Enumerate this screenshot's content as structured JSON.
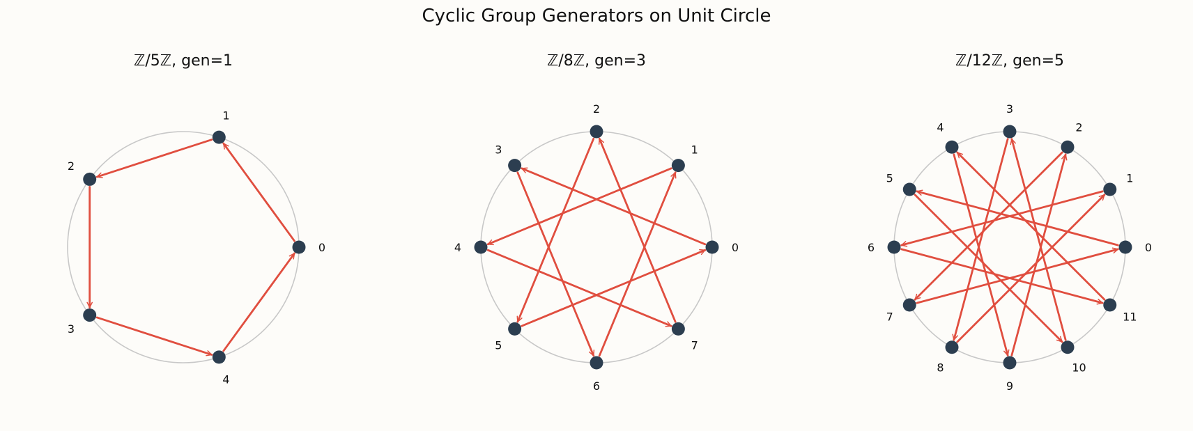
{
  "figure": {
    "title": "Cyclic Group Generators on Unit Circle"
  },
  "colors": {
    "background": "#fdfcf9",
    "circle": "#c8c8c8",
    "edge": "#e04e3f",
    "node": "#2c3e50",
    "text": "#111111"
  },
  "panels": [
    {
      "title": "ℤ/5ℤ, gen=1",
      "n": 5,
      "generator": 1,
      "labels": [
        "0",
        "1",
        "2",
        "3",
        "4"
      ]
    },
    {
      "title": "ℤ/8ℤ, gen=3",
      "n": 8,
      "generator": 3,
      "labels": [
        "0",
        "1",
        "2",
        "3",
        "4",
        "5",
        "6",
        "7"
      ]
    },
    {
      "title": "ℤ/12ℤ, gen=5",
      "n": 12,
      "generator": 5,
      "labels": [
        "0",
        "1",
        "2",
        "3",
        "4",
        "5",
        "6",
        "7",
        "8",
        "9",
        "10",
        "11"
      ]
    }
  ]
}
